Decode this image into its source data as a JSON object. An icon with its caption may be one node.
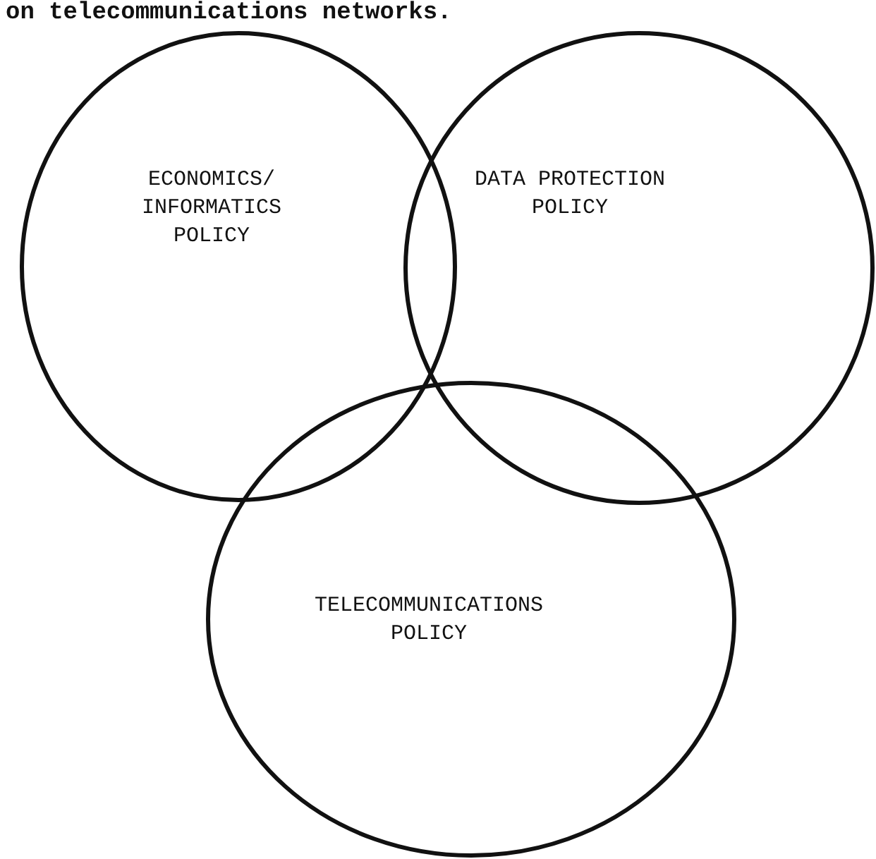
{
  "diagram": {
    "nodes": [
      {
        "text": [
          "ECONOMICS/ INFORMATICS POLICY"
        ]
      },
      {
        "text": [
          "DATA PROTECTION POLICY"
        ]
      },
      {
        "text": [
          "TELECOMMUNICATIONS POLICY"
        ]
      }
    ],
    "labels": [
      "on telecommunications networks."
    ]
  }
}
